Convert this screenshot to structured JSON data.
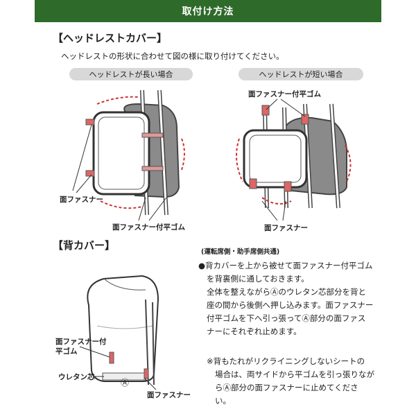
{
  "header": {
    "title": "取付け方法"
  },
  "headrest": {
    "heading": "【ヘッドレストカバー】",
    "intro": "ヘッドレストの形状に合わせて図の様に取り付けてください。",
    "long_label": "ヘッドレストが長い場合",
    "short_label": "ヘッドレストが短い場合",
    "callout_velcro_long": "面ファスナー",
    "callout_elastic_long": "面ファスナー付平ゴム",
    "callout_elastic_short": "面ファスナー付平ゴム",
    "callout_velcro_short": "面ファスナー"
  },
  "back": {
    "heading": "【背カバー】",
    "subheading": "(運転席側・助手席側共通)",
    "step_lines": [
      "●背カバーを上から被せて面ファスナー付平ゴム",
      "を背裏側に通しておきます。",
      "全体を整えながらⒶのウレタン芯部分を背と",
      "座の間から後側へ押し込みます。面ファスナー",
      "付平ゴムを下へ引っ張ってⒶ部分の面ファス",
      "ナーにそれぞれ止めます。"
    ],
    "note_lines": [
      "※背もたれがリクライニングしないシートの",
      "場合は、両サイドから平ゴムを引っ張りなが",
      "らⒶ部分の面ファスナーに止めてくださ",
      "い。"
    ],
    "callout_elastic": "面ファスナー付\n平ゴム",
    "callout_urethane": "ウレタン芯",
    "callout_a": "Ⓐ",
    "callout_velcro": "面ファスナー"
  }
}
